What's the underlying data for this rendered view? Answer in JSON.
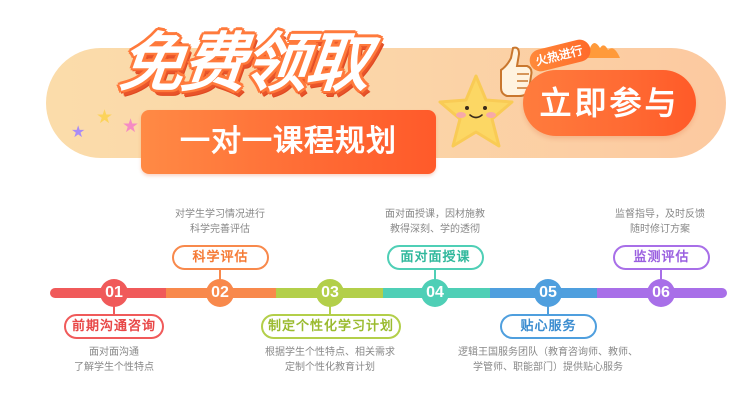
{
  "banner": {
    "headline": "免费领取",
    "subtitle": "一对一课程规划",
    "hot_badge": "火热进行",
    "cta_label": "立即参与",
    "colors": {
      "pill_bg": "#fbd5a8",
      "accent": "#ff6a33",
      "headline_outline": "#ff7a3c"
    },
    "decorations": {
      "stars": [
        "purple-star",
        "yellow-star",
        "pink-star"
      ],
      "mascot": "smiling-star-mascot",
      "thumb": "thumbs-up-icon",
      "flames": "flame-icon"
    }
  },
  "timeline": {
    "steps": [
      {
        "number": "01",
        "title": "前期沟通咨询",
        "desc_line1": "面对面沟通",
        "desc_line2": "了解学生个性特点",
        "color": "#f05a5a",
        "position": "bottom"
      },
      {
        "number": "02",
        "title": "科学评估",
        "desc_line1": "对学生学习情况进行",
        "desc_line2": "科学完善评估",
        "color": "#f8894c",
        "position": "top"
      },
      {
        "number": "03",
        "title": "制定个性化学习计划",
        "desc_line1": "根据学生个性特点、相关需求",
        "desc_line2": "定制个性化教育计划",
        "color": "#b3cf4a",
        "position": "bottom"
      },
      {
        "number": "04",
        "title": "面对面授课",
        "desc_line1": "面对面授课，因材施教",
        "desc_line2": "教得深刻、学的透彻",
        "color": "#4fcfb6",
        "position": "top"
      },
      {
        "number": "05",
        "title": "贴心服务",
        "desc_line1": "逻辑王国服务团队（教育咨询师、教师、",
        "desc_line2": "学管师、职能部门）提供贴心服务",
        "color": "#4f9fde",
        "position": "bottom"
      },
      {
        "number": "06",
        "title": "监测评估",
        "desc_line1": "监督指导，及时反馈",
        "desc_line2": "随时修订方案",
        "color": "#a86fe8",
        "position": "top"
      }
    ]
  }
}
